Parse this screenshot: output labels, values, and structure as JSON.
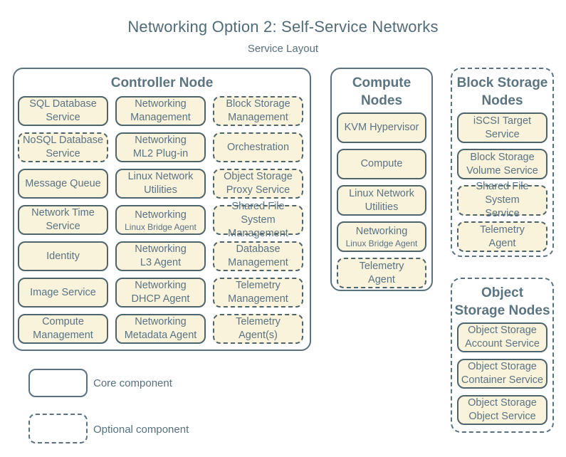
{
  "title": "Networking Option 2: Self-Service Networks",
  "subtitle": "Service Layout",
  "colors": {
    "box_fill": "#faf3dc",
    "box_border": "#4e646d",
    "group_border": "#5b727e",
    "text": "#5a7383"
  },
  "legend": [
    {
      "style": "solid",
      "label": "Core component"
    },
    {
      "style": "dashed",
      "label": "Optional component"
    }
  ],
  "groups": [
    {
      "title": "Controller Node",
      "border": "solid",
      "items": [
        {
          "label": "SQL Database\nService",
          "style": "solid"
        },
        {
          "label": "Networking\nManagement",
          "style": "solid"
        },
        {
          "label": "Block Storage\nManagement",
          "style": "dashed"
        },
        {
          "label": "NoSQL Database\nService",
          "style": "dashed"
        },
        {
          "label": "Networking\nML2 Plug-in",
          "style": "solid"
        },
        {
          "label": "Orchestration",
          "style": "dashed"
        },
        {
          "label": "Message Queue",
          "style": "solid"
        },
        {
          "label": "Linux Network\nUtilities",
          "style": "solid"
        },
        {
          "label": "Object Storage\nProxy Service",
          "style": "dashed"
        },
        {
          "label": "Network Time\nService",
          "style": "solid"
        },
        {
          "label": "Networking",
          "sublabel": "Linux Bridge Agent",
          "style": "solid"
        },
        {
          "label": "Shared File System\nManagement",
          "style": "dashed"
        },
        {
          "label": "Identity",
          "style": "solid"
        },
        {
          "label": "Networking\nL3 Agent",
          "style": "solid"
        },
        {
          "label": "Database\nManagement",
          "style": "dashed"
        },
        {
          "label": "Image Service",
          "style": "solid"
        },
        {
          "label": "Networking\nDHCP Agent",
          "style": "solid"
        },
        {
          "label": "Telemetry\nManagement",
          "style": "dashed"
        },
        {
          "label": "Compute\nManagement",
          "style": "solid"
        },
        {
          "label": "Networking\nMetadata Agent",
          "style": "solid"
        },
        {
          "label": "Telemetry\nAgent(s)",
          "style": "dashed"
        }
      ]
    },
    {
      "title": "Compute\nNodes",
      "border": "solid",
      "items": [
        {
          "label": "KVM Hypervisor",
          "style": "solid"
        },
        {
          "label": "Compute",
          "style": "solid"
        },
        {
          "label": "Linux Network\nUtilities",
          "style": "solid"
        },
        {
          "label": "Networking",
          "sublabel": "Linux Bridge Agent",
          "style": "solid"
        },
        {
          "label": "Telemetry\nAgent",
          "style": "dashed"
        }
      ]
    },
    {
      "title": "Block Storage\nNodes",
      "border": "dashed",
      "items": [
        {
          "label": "iSCSI Target\nService",
          "style": "solid"
        },
        {
          "label": "Block Storage\nVolume Service",
          "style": "solid"
        },
        {
          "label": "Shared File System\nService",
          "style": "dashed"
        },
        {
          "label": "Telemetry\nAgent",
          "style": "dashed"
        }
      ]
    },
    {
      "title": "Object\nStorage Nodes",
      "border": "dashed",
      "items": [
        {
          "label": "Object Storage\nAccount Service",
          "style": "solid"
        },
        {
          "label": "Object Storage\nContainer Service",
          "style": "solid"
        },
        {
          "label": "Object Storage\nObject Service",
          "style": "solid"
        }
      ]
    }
  ]
}
